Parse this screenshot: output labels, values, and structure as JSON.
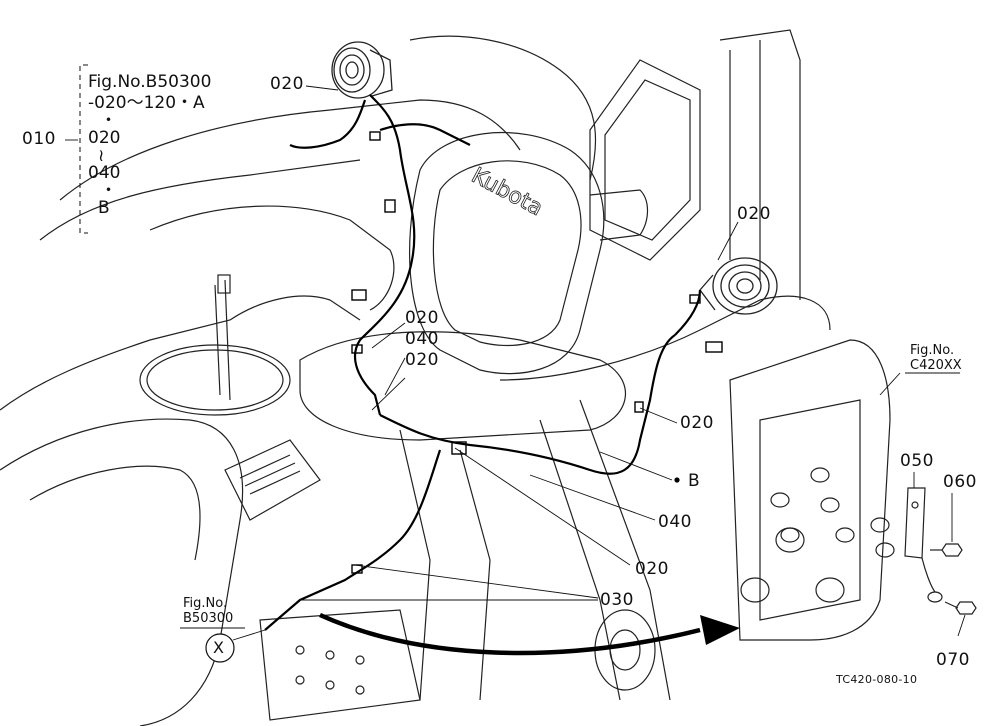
{
  "parts": {
    "p010": "010",
    "p020_top": "020",
    "p020_right_lamp": "020",
    "p020_a": "020",
    "p040_a": "040",
    "p020_b": "020",
    "p020_c": "020",
    "p040_b": "040",
    "p020_d": "020",
    "p030": "030",
    "p050": "050",
    "p060": "060",
    "p070": "070",
    "b_label": "B"
  },
  "bracket_note": {
    "line1": "Fig.No.B50300",
    "line2": "-020〜120・A",
    "dot1": "・",
    "line3": "020",
    "tilde": "≀",
    "line4": "040",
    "dot2": "・",
    "line5": "B"
  },
  "ref_right": {
    "line1": "Fig.No.",
    "line2": "C420XX"
  },
  "ref_left": {
    "line1": "Fig.No.",
    "line2": "B50300"
  },
  "circle_x": "X",
  "seat_brand": "Kubota",
  "drawing_code": "TC420-080-10"
}
